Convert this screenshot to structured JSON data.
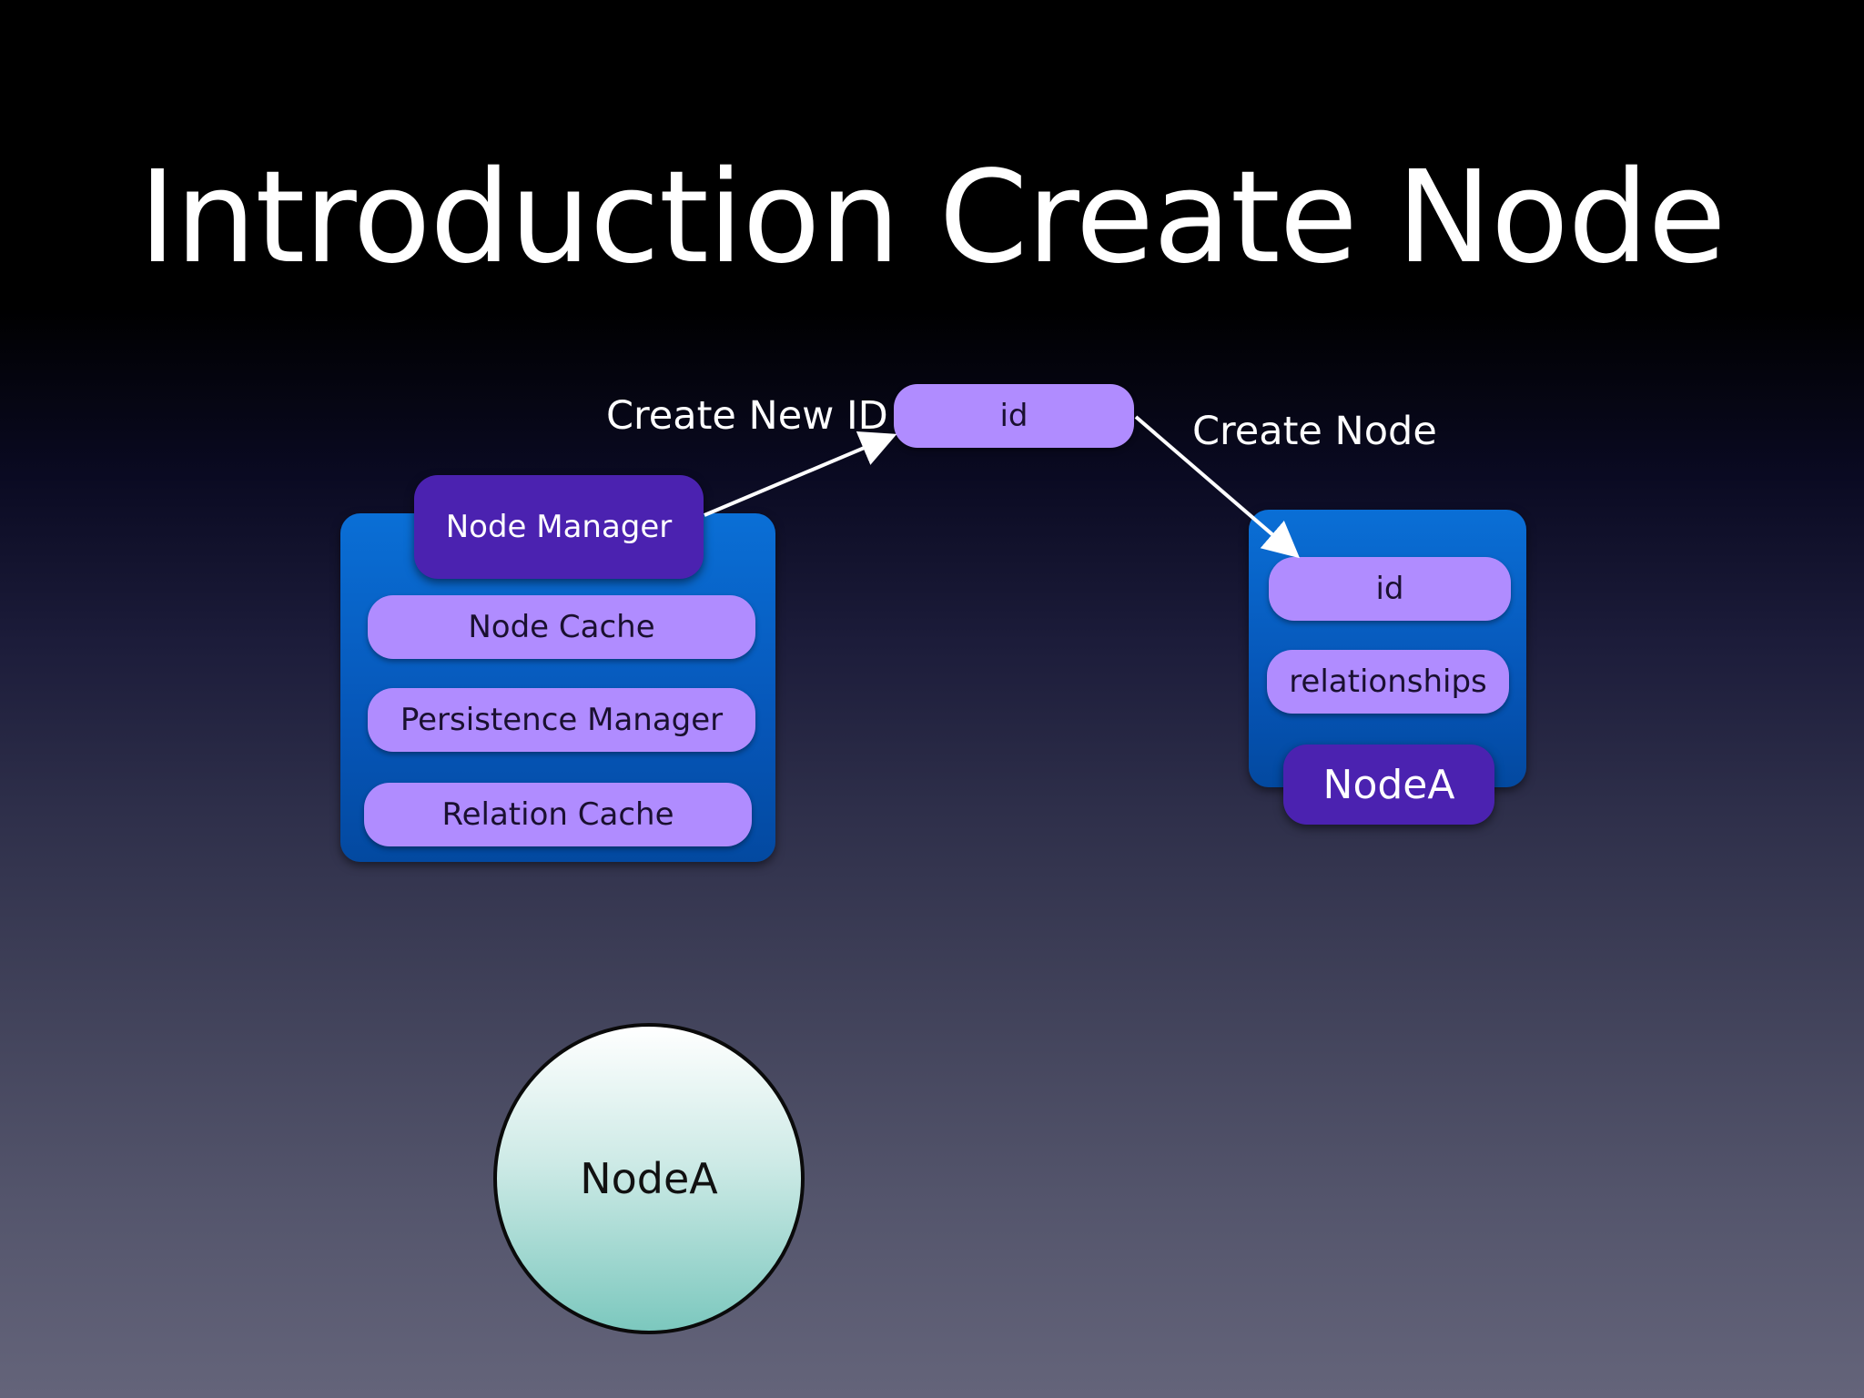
{
  "slide": {
    "title": "Introduction Create Node"
  },
  "labels": {
    "create_new_id": "Create New ID",
    "create_node": "Create Node"
  },
  "id_token": {
    "label": "id"
  },
  "node_manager_group": {
    "header": "Node Manager",
    "items": [
      "Node Cache",
      "Persistence Manager",
      "Relation Cache"
    ]
  },
  "node_object": {
    "items": [
      "id",
      "relationships"
    ],
    "footer": "NodeA"
  },
  "node_circle": {
    "label": "NodeA"
  },
  "colors": {
    "pill": "#b08cff",
    "container_blue": "#0656b8",
    "manager_purple": "#4b22b0",
    "circle_fill": "#7cc8be"
  }
}
